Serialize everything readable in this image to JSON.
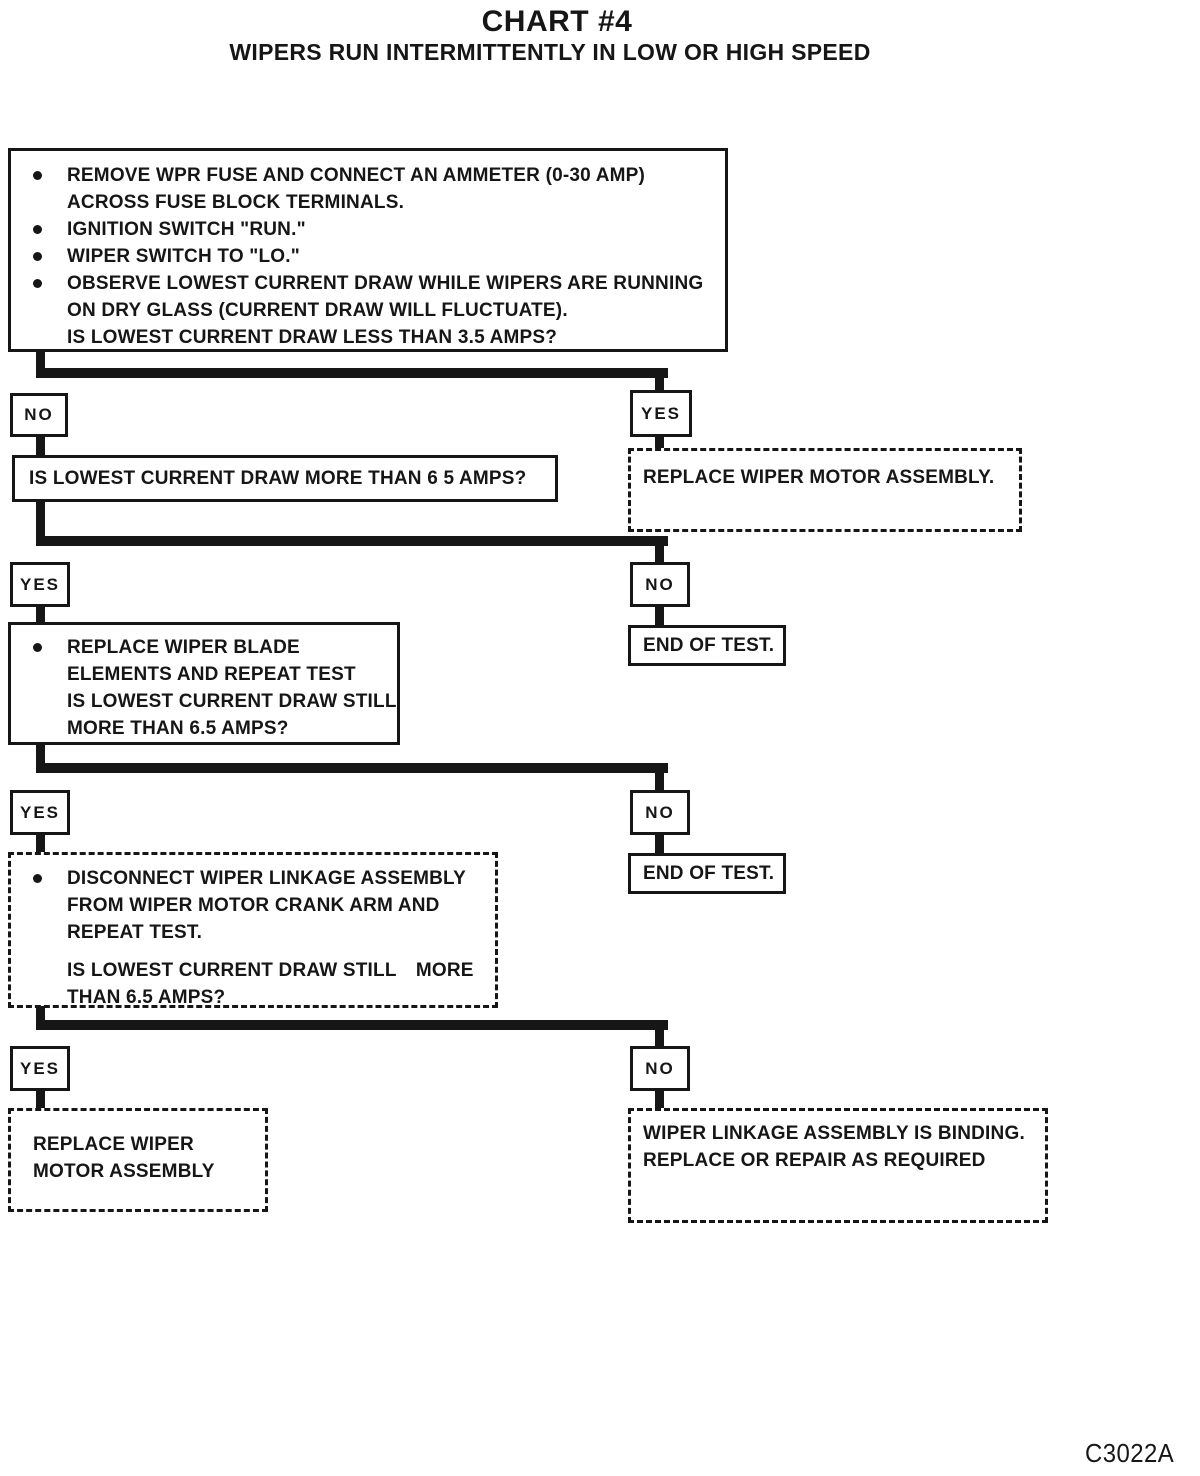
{
  "page": {
    "title": "CHART #4",
    "subtitle": "WIPERS RUN INTERMITTENTLY IN LOW OR HIGH SPEED",
    "figure_code": "C3022A",
    "ink_color": "#161616",
    "paper_color": "#ffffff"
  },
  "flow": {
    "start": {
      "bullets": [
        "REMOVE WPR FUSE AND CONNECT AN AMMETER (0-30 AMP)\nACROSS FUSE BLOCK TERMINALS.",
        "IGNITION SWITCH \"RUN.\"",
        "WIPER SWITCH TO \"LO.\"",
        "OBSERVE LOWEST CURRENT DRAW WHILE WIPERS ARE RUNNING\nON DRY GLASS (CURRENT DRAW WILL FLUCTUATE).\nIS LOWEST CURRENT DRAW LESS THAN 3.5 AMPS?"
      ]
    },
    "labels": {
      "yes": "YES",
      "no": "NO"
    },
    "question_more_than_65": "IS LOWEST CURRENT DRAW MORE THAN 6 5 AMPS?",
    "replace_motor_assembly_1": "REPLACE WIPER MOTOR ASSEMBLY.",
    "replace_blades": "REPLACE WIPER BLADE\nELEMENTS AND REPEAT TEST\nIS LOWEST CURRENT DRAW STILL\nMORE THAN 6.5 AMPS?",
    "end_of_test_1": "END OF TEST.",
    "disconnect_linkage": {
      "para1": "DISCONNECT WIPER LINKAGE ASSEMBLY\nFROM WIPER MOTOR CRANK ARM AND\nREPEAT TEST.",
      "para2": "IS LOWEST CURRENT DRAW STILL MORE\nTHAN 6.5 AMPS?"
    },
    "end_of_test_2": "END OF TEST.",
    "replace_motor_assembly_2": "REPLACE WIPER\nMOTOR ASSEMBLY",
    "linkage_binding": "WIPER LINKAGE ASSEMBLY IS BINDING.\nREPLACE OR REPAIR AS REQUIRED"
  }
}
